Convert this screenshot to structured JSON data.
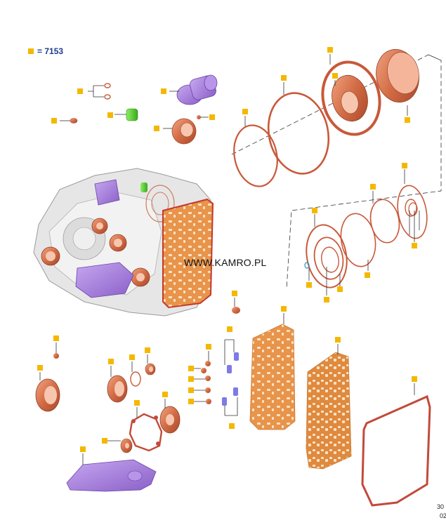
{
  "legend": {
    "marker_color": "#f4b800",
    "text": "= 7153"
  },
  "watermark": "WWW.KAMRO.PL",
  "codes": [
    "30",
    "02"
  ],
  "colors": {
    "copper": "#d97a55",
    "copper_dark": "#b8502f",
    "orange_plate": "#e8944a",
    "purple": "#a67fd8",
    "green": "#5fcf3a",
    "gray_housing": "#e3e3e3",
    "gasket_red": "#c45b4f"
  }
}
